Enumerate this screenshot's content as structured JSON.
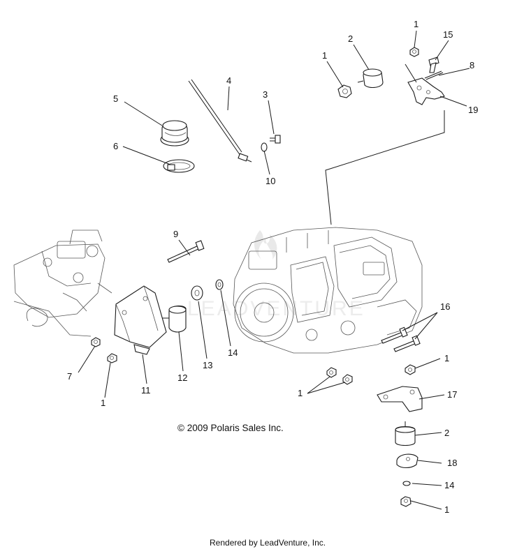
{
  "copyright": "© 2009 Polaris Sales Inc.",
  "rendered_by": "Rendered by LeadVenture, Inc.",
  "watermark": "LEADVENTURE",
  "callouts": [
    {
      "id": "c1a",
      "text": "1"
    },
    {
      "id": "c2a",
      "text": "2"
    },
    {
      "id": "c1b",
      "text": "1"
    },
    {
      "id": "c15",
      "text": "15"
    },
    {
      "id": "c8",
      "text": "8"
    },
    {
      "id": "c19",
      "text": "19"
    },
    {
      "id": "c4",
      "text": "4"
    },
    {
      "id": "c5",
      "text": "5"
    },
    {
      "id": "c3",
      "text": "3"
    },
    {
      "id": "c6",
      "text": "6"
    },
    {
      "id": "c10",
      "text": "10"
    },
    {
      "id": "c9",
      "text": "9"
    },
    {
      "id": "c16",
      "text": "16"
    },
    {
      "id": "c7",
      "text": "7"
    },
    {
      "id": "c11",
      "text": "11"
    },
    {
      "id": "c12",
      "text": "12"
    },
    {
      "id": "c13",
      "text": "13"
    },
    {
      "id": "c14a",
      "text": "14"
    },
    {
      "id": "c1c",
      "text": "1"
    },
    {
      "id": "c1d",
      "text": "1"
    },
    {
      "id": "c1e",
      "text": "1"
    },
    {
      "id": "c17",
      "text": "17"
    },
    {
      "id": "c2b",
      "text": "2"
    },
    {
      "id": "c18",
      "text": "18"
    },
    {
      "id": "c14b",
      "text": "14"
    },
    {
      "id": "c1f",
      "text": "1"
    }
  ]
}
